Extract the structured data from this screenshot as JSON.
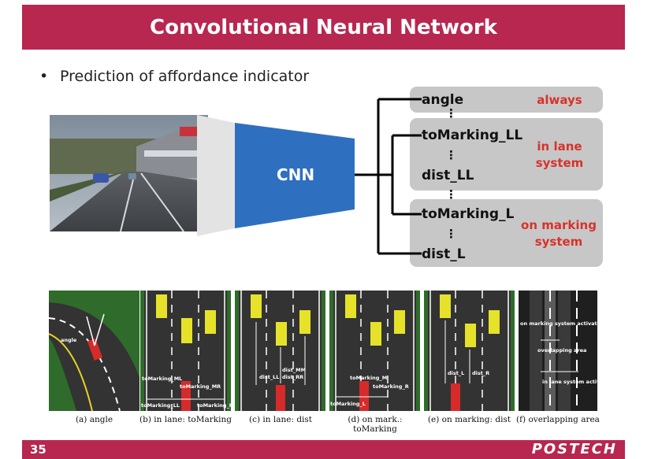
{
  "title": "Convolutional Neural Network",
  "bullet": {
    "symbol": "•",
    "text": "Prediction of affordance indicator"
  },
  "network": {
    "label": "CNN"
  },
  "outputs": {
    "angle": "angle",
    "toMarking_LL": "toMarking_LL",
    "dist_LL": "dist_LL",
    "toMarking_L": "toMarking_L",
    "dist_L": "dist_L",
    "dots": "⋮"
  },
  "groups": {
    "always": "always",
    "lane_line1": "in lane",
    "lane_line2": "system",
    "marking_line1": "on marking",
    "marking_line2": "system"
  },
  "panels": {
    "a": {
      "caption": "(a) angle",
      "label_angle": "angle"
    },
    "b": {
      "caption": "(b) in lane: toMarking",
      "label_ml": "toMarking_ML",
      "label_mr": "toMarking_MR",
      "label_ll": "toMarking_LL",
      "label_rr": "toMarking_RR"
    },
    "c": {
      "caption": "(c) in lane: dist",
      "label_ll": "dist_LL",
      "label_mm": "dist_MM",
      "label_rr": "dist_RR"
    },
    "d": {
      "caption": "(d) on mark.: toMarking",
      "label_m": "toMarking_M",
      "label_r": "toMarking_R",
      "label_l": "toMarking_L"
    },
    "e": {
      "caption": "(e) on marking: dist",
      "label_l": "dist_L",
      "label_r": "dist_R"
    },
    "f": {
      "caption": "(f) overlapping area",
      "label_marking": "on marking system activate range",
      "label_overlap": "overlapping area",
      "label_lane": "in lane system activate range"
    }
  },
  "footer": {
    "page_number": "35",
    "logo": "POSTECH"
  },
  "colors": {
    "accent": "#b8274f",
    "cnn_blue": "#2f6fc0",
    "group_gray": "#c7c7c7",
    "group_label": "#d8322b"
  }
}
